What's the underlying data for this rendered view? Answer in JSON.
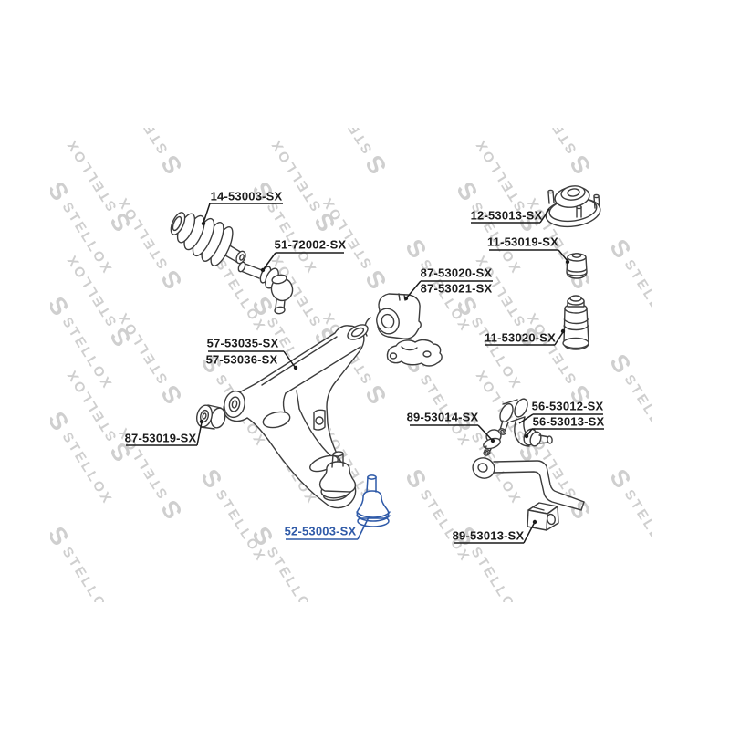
{
  "page": {
    "background": "#ffffff"
  },
  "watermark": {
    "text": "STELLOX",
    "logo_glyph": "S",
    "color": "#cfcfcf"
  },
  "drawing": {
    "line_color": "#3c3c3c",
    "label_color": "#1c1c1c",
    "highlight_color": "#2f5aa8"
  },
  "parts": [
    {
      "id": "steering-rack-boot",
      "label": "14-53003-SX",
      "highlight": false
    },
    {
      "id": "tie-rod-end",
      "label": "51-72002-SX",
      "highlight": false
    },
    {
      "id": "strut-mount",
      "label": "12-53013-SX",
      "highlight": false
    },
    {
      "id": "bump-stop",
      "label": "11-53019-SX",
      "highlight": false
    },
    {
      "id": "stabilizer-bushing-a",
      "label": "87-53020-SX",
      "highlight": false
    },
    {
      "id": "stabilizer-bushing-b",
      "label": "87-53021-SX",
      "highlight": false
    },
    {
      "id": "strut-dust-boot",
      "label": "11-53020-SX",
      "highlight": false
    },
    {
      "id": "control-arm-a",
      "label": "57-53035-SX",
      "highlight": false
    },
    {
      "id": "control-arm-b",
      "label": "57-53036-SX",
      "highlight": false
    },
    {
      "id": "arm-bushing",
      "label": "87-53019-SX",
      "highlight": false
    },
    {
      "id": "link-grommet",
      "label": "89-53014-SX",
      "highlight": false
    },
    {
      "id": "stabilizer-link-a",
      "label": "56-53012-SX",
      "highlight": false
    },
    {
      "id": "stabilizer-link-b",
      "label": "56-53013-SX",
      "highlight": false
    },
    {
      "id": "stabilizer-bar-bushing",
      "label": "89-53013-SX",
      "highlight": false
    },
    {
      "id": "ball-joint",
      "label": "52-53003-SX",
      "highlight": true
    }
  ]
}
